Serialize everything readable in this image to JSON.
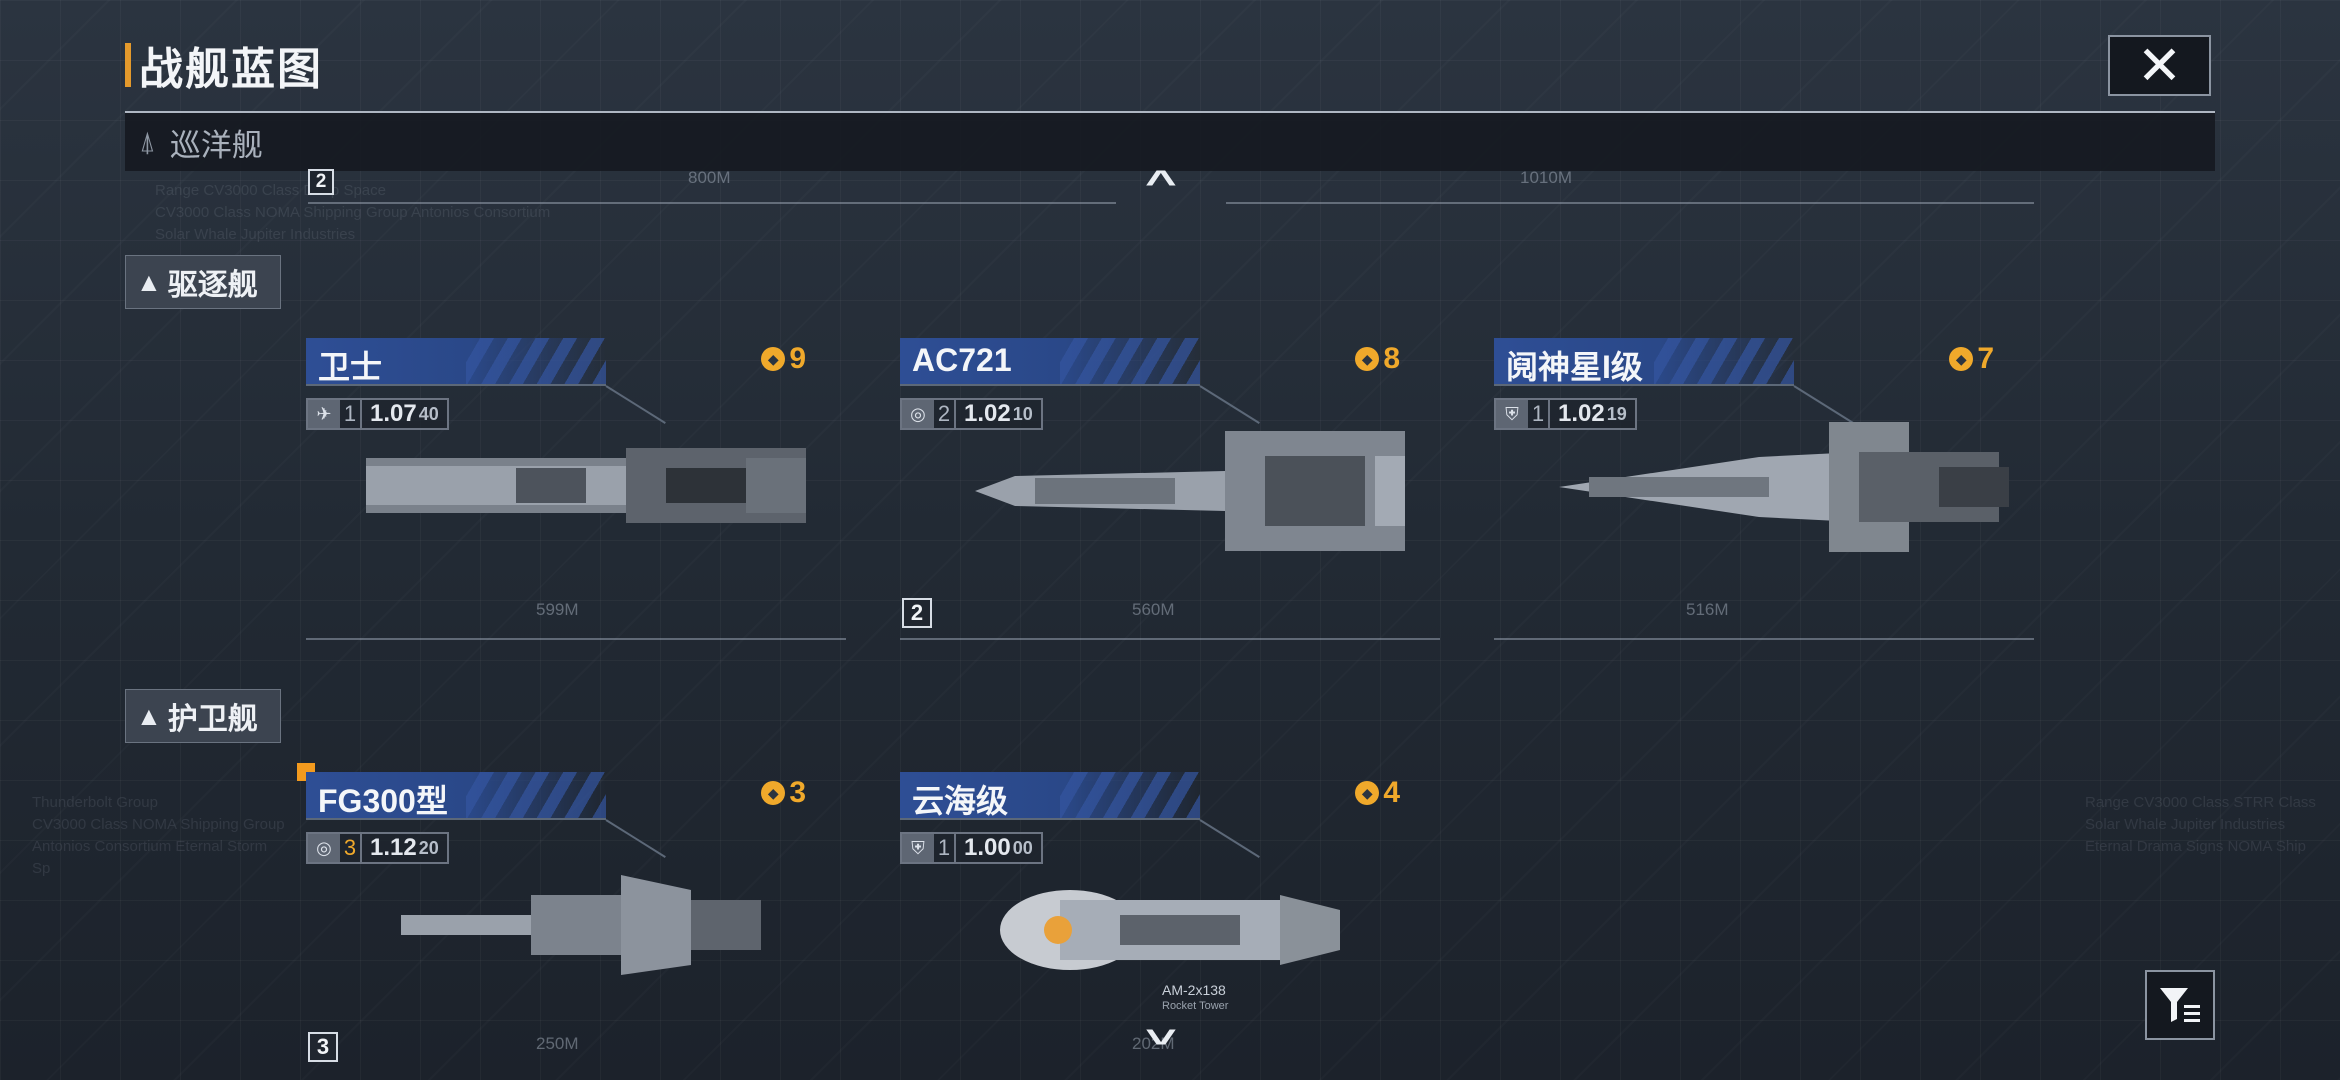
{
  "header": {
    "title": "战舰蓝图",
    "close_label": "✕"
  },
  "categories": {
    "cruiser": "巡洋舰",
    "destroyer": "驱逐舰",
    "frigate": "护卫舰"
  },
  "background_text": {
    "top": "Range CV3000 Class Deep Space\nCV3000 Class NOMA Shipping Group Antonios Consortium\nSolar Whale Jupiter Industries",
    "left": "Thunderbolt Group\nCV3000 Class NOMA Shipping Group\nAntonios Consortium Eternal Storm\nSp",
    "right": "Range CV3000 Class STRR Class\nSolar Whale Jupiter Industries\nEternal Drama Signs NOMA Ship"
  },
  "top_strip": {
    "tier": "2",
    "len_a": "800M",
    "len_b": "1010M"
  },
  "destroyers": [
    {
      "name": "卫士",
      "cost": "9",
      "icon": "fighter-icon",
      "level": "1",
      "value": "1.07",
      "sub": "40",
      "length": "599M",
      "tier": ""
    },
    {
      "name": "AC721",
      "cost": "8",
      "icon": "globe-icon",
      "level": "2",
      "value": "1.02",
      "sub": "10",
      "length": "560M",
      "tier": "2"
    },
    {
      "name": "阋神星I级",
      "cost": "7",
      "icon": "shield-icon",
      "level": "1",
      "value": "1.02",
      "sub": "19",
      "length": "516M",
      "tier": ""
    }
  ],
  "frigates": [
    {
      "name": "FG300型",
      "cost": "3",
      "icon": "globe-icon",
      "level": "3",
      "value": "1.12",
      "sub": "20",
      "length": "250M",
      "tier": "3"
    },
    {
      "name": "云海级",
      "cost": "4",
      "icon": "shield-icon",
      "level": "1",
      "value": "1.00",
      "sub": "00",
      "length": "202M",
      "tier": "",
      "callout": "AM-2x138",
      "callout_sub": "Rocket Tower"
    }
  ],
  "colors": {
    "accent_orange": "#f0a92b",
    "name_blue": "#2e4e95"
  }
}
